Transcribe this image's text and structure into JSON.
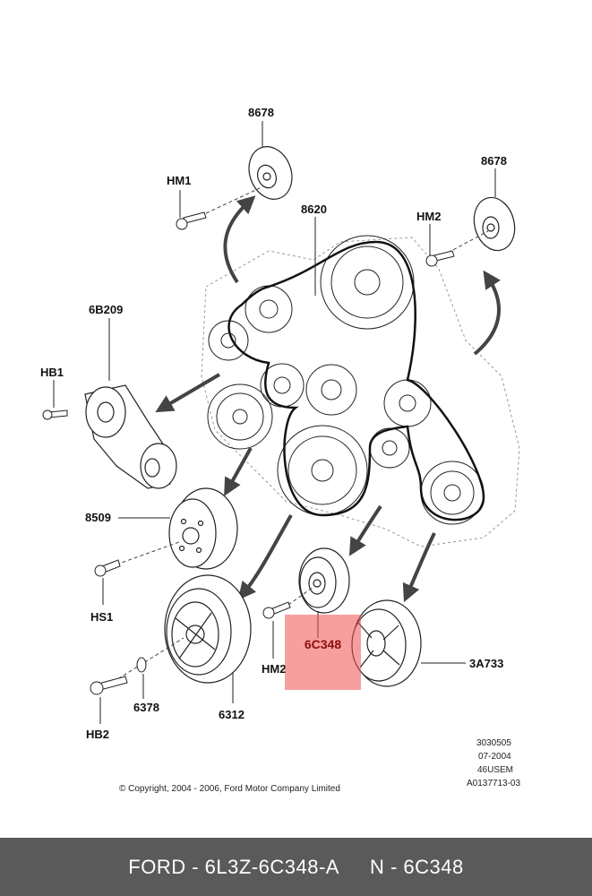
{
  "labels": {
    "idler_top": "8678",
    "idler_right": "8678",
    "belt": "8620",
    "bolt_hm1": "HM1",
    "bolt_hm2_top": "HM2",
    "tensioner": "6B209",
    "bolt_hb1": "HB1",
    "water_pump_pulley": "8509",
    "bolt_hs1": "HS1",
    "crank_pulley": "6312",
    "washer": "6378",
    "bolt_hb2": "HB2",
    "bolt_hm2_bottom": "HM2",
    "highlighted_pulley": "6C348",
    "steering_pulley": "3A733"
  },
  "revision": {
    "line1": "3030505",
    "line2": "07-2004",
    "line3": "46USEM",
    "line4": "A0137713-03"
  },
  "copyright": "© Copyright, 2004 - 2006, Ford Motor Company Limited",
  "footer": {
    "part_number": "FORD - 6L3Z-6C348-A",
    "ref": "N - 6C348"
  },
  "colors": {
    "highlight": "#f05050",
    "footer_bg": "#5a5a5a"
  }
}
